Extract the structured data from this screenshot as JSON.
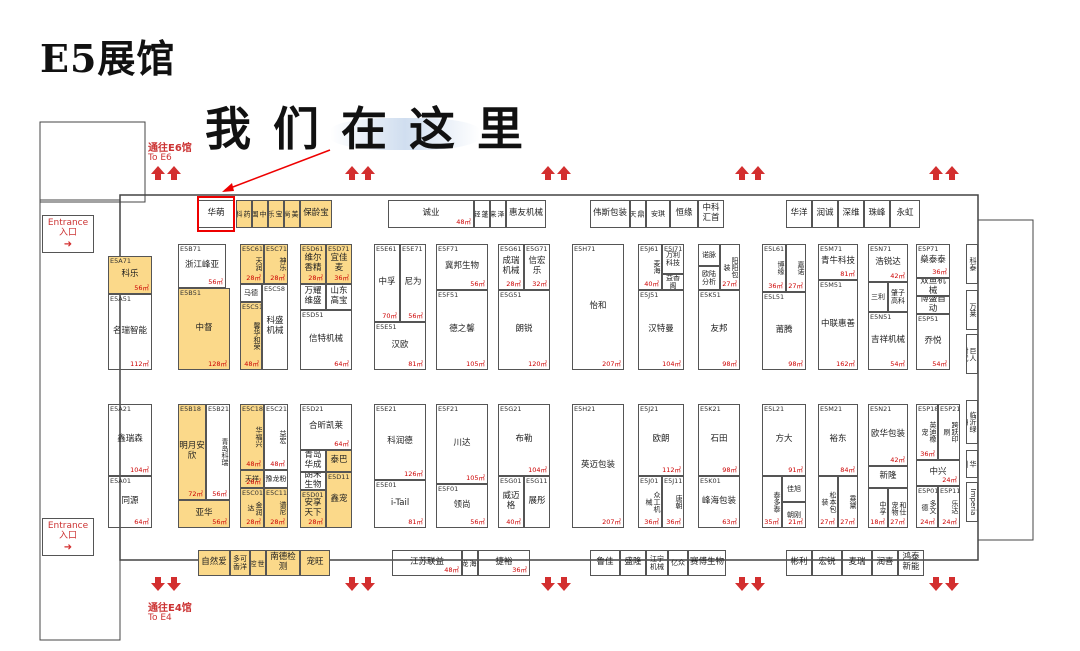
{
  "title": "E5展馆",
  "tagline": "我们在这里",
  "notes": {
    "to_e6": {
      "zh": "通往E6馆",
      "en": "To E6"
    },
    "to_e4": {
      "zh": "通往E4馆",
      "en": "To E4"
    },
    "entrance_top": {
      "en": "Entrance",
      "zh": "入口"
    },
    "entrance_bottom": {
      "en": "Entrance",
      "zh": "入口"
    }
  },
  "colors": {
    "highlight": "#e00000",
    "booth_yellow": "#fbd98a",
    "arrow_red": "#d32f2f"
  },
  "booths": [
    {
      "code": "E5B51",
      "name": "华萌",
      "yellow": false
    },
    {
      "code": "E5B53",
      "name": "药科",
      "yellow": true
    },
    {
      "code": "E5B54",
      "name": "中国变电",
      "yellow": true
    },
    {
      "code": "E5B55",
      "name": "宝乐",
      "yellow": true
    },
    {
      "code": "E5B56",
      "name": "美尚",
      "yellow": true
    },
    {
      "code": "E5B58",
      "name": "保龄宝",
      "yellow": true
    },
    {
      "code": "E5A71",
      "name": "科乐",
      "area": "56㎡",
      "yellow": true
    },
    {
      "code": "E5A51",
      "name": "名瑞智能",
      "area": "112㎡",
      "yellow": false
    },
    {
      "code": "E5B71",
      "name": "浙江峰亚",
      "area": "56㎡",
      "yellow": false
    },
    {
      "code": "E5B51",
      "name": "中督",
      "area": "128㎡",
      "yellow": true
    },
    {
      "code": "E5C61",
      "name": "天润",
      "area": "28㎡",
      "yellow": true
    },
    {
      "code": "E5C71",
      "name": "神乐",
      "area": "28㎡",
      "yellow": true
    },
    {
      "code": "E5C52",
      "name": "马德",
      "yellow": false
    },
    {
      "code": "E5C58",
      "name": "科盛机械",
      "yellow": false
    },
    {
      "code": "E5C51",
      "name": "馨华和荣",
      "area": "48㎡",
      "yellow": true
    },
    {
      "code": "E5D61",
      "name": "维尔香精",
      "area": "28㎡",
      "yellow": true
    },
    {
      "code": "E5D71",
      "name": "宜佳麦",
      "area": "36㎡",
      "yellow": true
    },
    {
      "code": "E5D55",
      "name": "万耀维盛",
      "yellow": false
    },
    {
      "code": "E5D56",
      "name": "山东高宝",
      "yellow": false
    },
    {
      "code": "E5D51",
      "name": "信特机械",
      "area": "64㎡",
      "yellow": false
    },
    {
      "code": "E5E61",
      "name": "中孚",
      "area": "70㎡",
      "yellow": false
    },
    {
      "code": "E5E71",
      "name": "尼为",
      "area": "56㎡",
      "yellow": false
    },
    {
      "code": "E5E51",
      "name": "汉欧",
      "area": "81㎡",
      "yellow": false
    },
    {
      "code": "E5F71",
      "name": "冀邦生物",
      "area": "56㎡",
      "yellow": false
    },
    {
      "code": "E5F51",
      "name": "德之馨",
      "area": "105㎡",
      "yellow": false
    },
    {
      "code": "E5G61",
      "name": "成瑞机械",
      "area": "28㎡",
      "yellow": false
    },
    {
      "code": "E5G71",
      "name": "信宏乐",
      "area": "32㎡",
      "yellow": false
    },
    {
      "code": "E5G51",
      "name": "朗锐",
      "area": "120㎡",
      "yellow": false
    },
    {
      "code": "E5H71",
      "name": "怡和",
      "area": "207㎡",
      "yellow": false
    },
    {
      "code": "E5J61",
      "name": "麦海",
      "area": "40㎡",
      "yellow": false
    },
    {
      "code": "E5J71",
      "name": "万利科技",
      "yellow": false
    },
    {
      "code": "E5J65",
      "name": "益香阁",
      "yellow": false
    },
    {
      "code": "E5J51",
      "name": "汉特曼",
      "area": "104㎡",
      "yellow": false
    },
    {
      "code": "E5K61",
      "name": "诺脉",
      "yellow": false
    },
    {
      "code": "E5K55",
      "name": "欧陆分析",
      "yellow": false
    },
    {
      "code": "E5K71",
      "name": "阳阳包装",
      "area": "27㎡",
      "yellow": false
    },
    {
      "code": "E5K51",
      "name": "友邦",
      "area": "98㎡",
      "yellow": false
    },
    {
      "code": "E5L61",
      "name": "博缘",
      "area": "36㎡",
      "yellow": false
    },
    {
      "code": "E5L71",
      "name": "嘉诺",
      "area": "27㎡",
      "yellow": false
    },
    {
      "code": "E5L51",
      "name": "莆腾",
      "area": "98㎡",
      "yellow": false
    },
    {
      "code": "E5M71",
      "name": "青牛科技",
      "area": "81㎡",
      "yellow": false
    },
    {
      "code": "E5M51",
      "name": "中联惠善",
      "area": "162㎡",
      "yellow": false
    },
    {
      "code": "E5N71",
      "name": "浩锐达",
      "area": "42㎡",
      "yellow": false
    },
    {
      "code": "E5N55",
      "name": "三利",
      "yellow": false
    },
    {
      "code": "E5N56",
      "name": "肇子高科",
      "yellow": false
    },
    {
      "code": "E5N51",
      "name": "吉祥机械",
      "area": "54㎡",
      "yellow": false
    },
    {
      "code": "E5P71",
      "name": "燊泰泰",
      "area": "36㎡",
      "yellow": false
    },
    {
      "code": "E5P55",
      "name": "双鱼机械",
      "yellow": false
    },
    {
      "code": "E5P53",
      "name": "博盛自动",
      "yellow": false
    },
    {
      "code": "E5P51",
      "name": "乔悦",
      "area": "54㎡",
      "yellow": false
    },
    {
      "code": "E5A21",
      "name": "鑫瑞森",
      "area": "104㎡",
      "yellow": false
    },
    {
      "code": "E5A01",
      "name": "同源",
      "area": "64㎡",
      "yellow": false
    },
    {
      "code": "E5B18",
      "name": "明月安欣",
      "area": "72㎡",
      "yellow": true
    },
    {
      "code": "E5B21",
      "name": "青岛科瑞",
      "area": "56㎡",
      "yellow": false
    },
    {
      "code": "E5B01",
      "name": "亚华",
      "area": "56㎡",
      "yellow": true
    },
    {
      "code": "E5C18",
      "name": "华福兴",
      "area": "48㎡",
      "yellow": true
    },
    {
      "code": "E5C21",
      "name": "益宏",
      "area": "48㎡",
      "yellow": false
    },
    {
      "code": "E5C05",
      "name": "天祥",
      "area": "28㎡",
      "yellow": true
    },
    {
      "code": "E5C15",
      "name": "豫龙粉",
      "yellow": false
    },
    {
      "code": "E5C01",
      "name": "金润达",
      "area": "28㎡",
      "yellow": true
    },
    {
      "code": "E5C11",
      "name": "谱尼",
      "area": "28㎡",
      "yellow": true
    },
    {
      "code": "E5D21",
      "name": "合昕凯莱",
      "area": "64㎡",
      "yellow": false
    },
    {
      "code": "E5D06",
      "name": "青岛华成",
      "yellow": false
    },
    {
      "code": "E5D16",
      "name": "泰巴",
      "yellow": true
    },
    {
      "code": "E5D05",
      "name": "朗禾生物",
      "yellow": false
    },
    {
      "code": "E5D01",
      "name": "安享天下",
      "area": "28㎡",
      "yellow": true
    },
    {
      "code": "E5D11",
      "name": "鑫宠",
      "yellow": true
    },
    {
      "code": "E5E21",
      "name": "科润德",
      "area": "126㎡",
      "yellow": false
    },
    {
      "code": "E5E01",
      "name": "i-Tail",
      "area": "81㎡",
      "yellow": false
    },
    {
      "code": "E5F21",
      "name": "川达",
      "area": "105㎡",
      "yellow": false
    },
    {
      "code": "E5F01",
      "name": "领尚",
      "area": "56㎡",
      "yellow": false
    },
    {
      "code": "E5G21",
      "name": "布勒",
      "area": "104㎡",
      "yellow": false
    },
    {
      "code": "E5G01",
      "name": "威迈格",
      "area": "40㎡",
      "yellow": false
    },
    {
      "code": "E5G11",
      "name": "展彤",
      "yellow": false
    },
    {
      "code": "E5H21",
      "name": "英迈包装",
      "area": "207㎡",
      "yellow": false
    },
    {
      "code": "E5J21",
      "name": "欧朗",
      "area": "112㎡",
      "yellow": false
    },
    {
      "code": "E5J01",
      "name": "众工机械",
      "area": "36㎡",
      "yellow": false
    },
    {
      "code": "E5J11",
      "name": "唐朝",
      "area": "36㎡",
      "yellow": false
    },
    {
      "code": "E5K21",
      "name": "石田",
      "area": "98㎡",
      "yellow": false
    },
    {
      "code": "E5K01",
      "name": "峰海包装",
      "area": "63㎡",
      "yellow": false
    },
    {
      "code": "E5L21",
      "name": "方大",
      "area": "91㎡",
      "yellow": false
    },
    {
      "code": "E5L01",
      "name": "泰多泰",
      "area": "35㎡",
      "yellow": false
    },
    {
      "code": "E5L13",
      "name": "佳旭",
      "yellow": false
    },
    {
      "code": "E5L11",
      "name": "朝刚",
      "area": "21㎡",
      "yellow": false
    },
    {
      "code": "E5M21",
      "name": "裕东",
      "area": "84㎡",
      "yellow": false
    },
    {
      "code": "E5M01",
      "name": "松本包装",
      "area": "27㎡",
      "yellow": false
    },
    {
      "code": "E5M11",
      "name": "乘黛",
      "area": "27㎡",
      "yellow": false
    },
    {
      "code": "E5N21",
      "name": "欧华包装",
      "area": "42㎡",
      "yellow": false
    },
    {
      "code": "E5N05",
      "name": "新隆",
      "yellow": false
    },
    {
      "code": "E5N01",
      "name": "中孚",
      "area": "18㎡",
      "yellow": false
    },
    {
      "code": "E5N11",
      "name": "和仕宠物",
      "area": "27㎡",
      "yellow": false
    },
    {
      "code": "E5P18",
      "name": "英迪橡宠",
      "area": "36㎡",
      "yellow": false
    },
    {
      "code": "E5P21",
      "name": "跨跃印刷",
      "yellow": false
    },
    {
      "code": "E5P05",
      "name": "中兴",
      "area": "24㎡",
      "yellow": false
    },
    {
      "code": "E5P01",
      "name": "多文德",
      "area": "24㎡",
      "yellow": false
    },
    {
      "code": "E5P11",
      "name": "乐达",
      "area": "24㎡",
      "yellow": false
    },
    {
      "code": "E5S71",
      "name": "诚业",
      "area": "48㎡",
      "yellow": false
    },
    {
      "code": "E5S66",
      "name": "蓬轻雨冰",
      "yellow": false
    },
    {
      "code": "E5S67",
      "name": "泽来",
      "yellow": false
    },
    {
      "code": "E5S68",
      "name": "惠友机械",
      "yellow": false
    },
    {
      "code": "E5S71b",
      "name": "伟斯包装",
      "yellow": false
    },
    {
      "code": "E5S73",
      "name": "鼎天牧场",
      "yellow": false
    },
    {
      "code": "E5S75",
      "name": "安琪",
      "yellow": false
    },
    {
      "code": "E5S77",
      "name": "恒缘",
      "yellow": false
    },
    {
      "code": "E5S79",
      "name": "中科汇首",
      "yellow": false
    },
    {
      "code": "E5S81",
      "name": "华洋",
      "yellow": false
    },
    {
      "code": "E5S83",
      "name": "润诚",
      "yellow": false
    },
    {
      "code": "E5S85",
      "name": "深维",
      "yellow": false
    },
    {
      "code": "E5S87",
      "name": "珠峰",
      "yellow": false
    },
    {
      "code": "E5S89",
      "name": "永虹",
      "yellow": false
    },
    {
      "code": "E5S01",
      "name": "自然爱",
      "yellow": true
    },
    {
      "code": "E5S03",
      "name": "多可香洋",
      "yellow": true
    },
    {
      "code": "E5S05",
      "name": "世控",
      "yellow": true
    },
    {
      "code": "E5S06",
      "name": "南德检测",
      "yellow": true
    },
    {
      "code": "E5S08",
      "name": "宠旺",
      "yellow": true
    },
    {
      "code": "E5S31",
      "name": "江苏联益",
      "area": "48㎡",
      "yellow": false
    },
    {
      "code": "E5S35",
      "name": "海龙元",
      "yellow": false
    },
    {
      "code": "E5S36",
      "name": "捷裕",
      "area": "36㎡",
      "yellow": false
    },
    {
      "code": "E5S21",
      "name": "鲁佳",
      "yellow": false
    },
    {
      "code": "E5S23",
      "name": "盛隆",
      "yellow": false
    },
    {
      "code": "E5S25",
      "name": "江宁机械",
      "yellow": false
    },
    {
      "code": "E5S27",
      "name": "亿众",
      "yellow": false
    },
    {
      "code": "E5S28",
      "name": "赛傅生物",
      "yellow": false
    },
    {
      "code": "E5S31b",
      "name": "彬利",
      "yellow": false
    },
    {
      "code": "E5S33",
      "name": "宏锐",
      "yellow": false
    },
    {
      "code": "E5S35b",
      "name": "麦瑞",
      "yellow": false
    },
    {
      "code": "E5S37",
      "name": "润喜",
      "yellow": false
    },
    {
      "code": "E5S39",
      "name": "鸿泰新能",
      "yellow": false
    },
    {
      "code": "E5Q1",
      "name": "科泰",
      "yellow": false
    },
    {
      "code": "E5Q2",
      "name": "万莱",
      "yellow": false
    },
    {
      "code": "E5Q3",
      "name": "巨人时代",
      "yellow": false
    },
    {
      "code": "E5Q4",
      "name": "临沂绿洲",
      "yellow": false
    },
    {
      "code": "E5Q5",
      "name": "华测",
      "yellow": false
    },
    {
      "code": "E5Q6",
      "name": "Imperia",
      "yellow": false
    }
  ]
}
